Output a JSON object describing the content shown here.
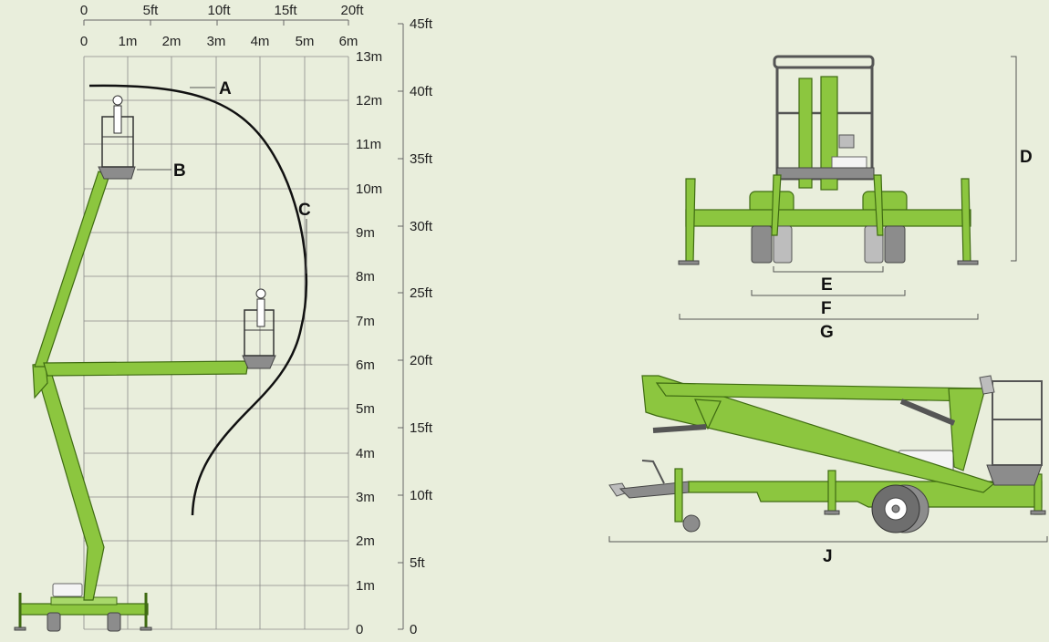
{
  "ft_scale": {
    "top_labels": [
      "0",
      "5ft",
      "10ft",
      "15ft",
      "20ft"
    ],
    "right_labels": [
      "45ft",
      "40ft",
      "35ft",
      "30ft",
      "25ft",
      "20ft",
      "15ft",
      "10ft",
      "5ft",
      "0"
    ]
  },
  "m_scale": {
    "top_labels": [
      "0",
      "1m",
      "2m",
      "3m",
      "4m",
      "5m",
      "6m"
    ],
    "right_labels": [
      "13m",
      "12m",
      "11m",
      "10m",
      "9m",
      "8m",
      "7m",
      "6m",
      "5m",
      "4m",
      "3m",
      "2m",
      "1m",
      "0"
    ]
  },
  "dimension_labels": {
    "A": "A",
    "B": "B",
    "C": "C",
    "D": "D",
    "E": "E",
    "F": "F",
    "G": "G",
    "J": "J"
  },
  "colors": {
    "background": "#e9eedc",
    "machine_green": "#8cc63f",
    "machine_grey": "#8c8c8c"
  }
}
